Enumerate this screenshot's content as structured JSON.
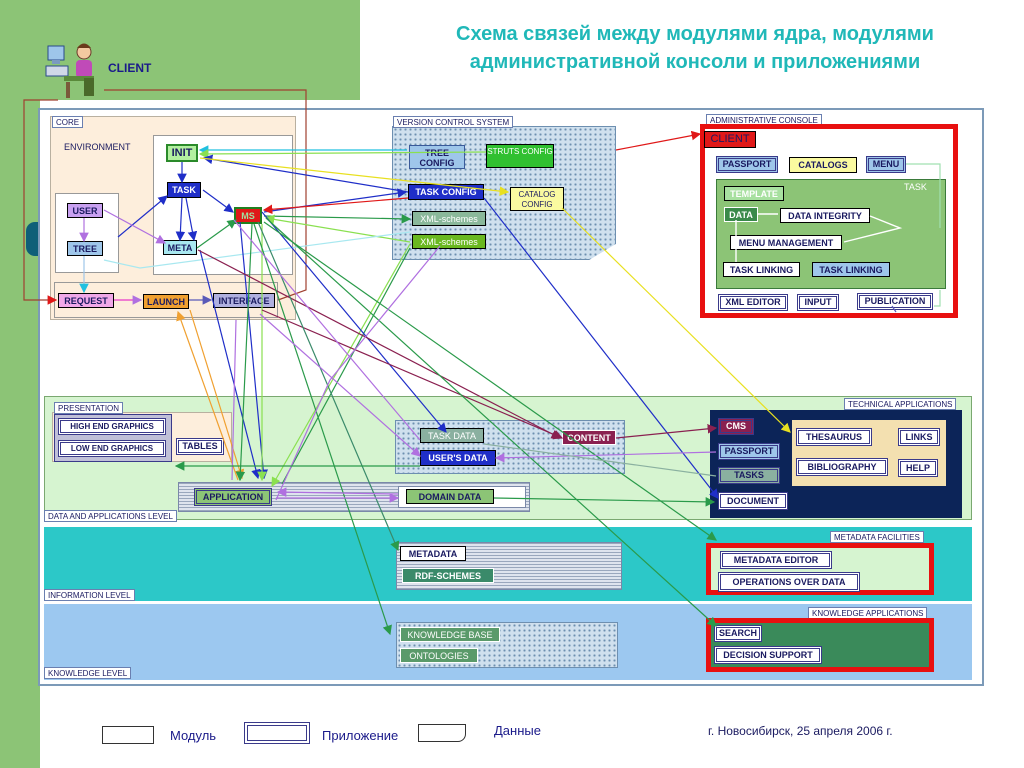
{
  "title_line1": "Схема связей между модулями ядра, модулями",
  "title_line2": "административной консоли и приложениями",
  "client_top": "CLIENT",
  "core": {
    "label": "CORE",
    "environment": "ENVIRONMENT",
    "init": "INIT",
    "task": "TASK",
    "user": "USER",
    "tree": "TREE",
    "meta": "META",
    "ms": "MS",
    "request": "REQUEST",
    "launch": "LAUNCH",
    "interface": "INTERFACE"
  },
  "vcs": {
    "label": "VERSION CONTROL SYSTEM",
    "tree_config": "TREE CONFIG",
    "struts_config": "STRUTS CONFIG",
    "task_config": "TASK CONFIG",
    "catalog_config": "CATALOG CONFIG",
    "xml_schemes_1": "XML-schemes",
    "xml_schemes_2": "XML-schemes"
  },
  "admin": {
    "label": "ADMINISTRATIVE CONSOLE",
    "client": "CLIENT",
    "passport": "PASSPORT",
    "catalogs": "CATALOGS",
    "menu": "MENU",
    "task": "TASK",
    "template": "TEMPLATE",
    "data": "DATA",
    "data_integrity": "DATA INTEGRITY",
    "menu_management": "MENU MANAGEMENT",
    "task_linking_1": "TASK LINKING",
    "task_linking_2": "TASK LINKING",
    "xml_editor": "XML EDITOR",
    "input": "INPUT",
    "publication": "PUBLICATION"
  },
  "presentation": {
    "label": "PRESENTATION",
    "high_end": "HIGH END  GRAPHICS",
    "low_end": "LOW END  GRAPHICS",
    "tables": "TABLES"
  },
  "data_level": {
    "label": "DATA AND APPLICATIONS LEVEL",
    "task_data": "TASK DATA",
    "users_data": "USER'S DATA",
    "content": "CONTENT",
    "application": "APPLICATION",
    "domain_data": "DOMAIN DATA"
  },
  "tech": {
    "label": "TECHNICAL APPLICATIONS",
    "cms": "CMS",
    "passport": "PASSPORT",
    "tasks": "TASKS",
    "document": "DOCUMENT",
    "thesaurus": "THESAURUS",
    "bibliography": "BIBLIOGRAPHY",
    "links": "LINKS",
    "help": "HELP"
  },
  "info_level": {
    "label": "INFORMATION LEVEL",
    "metadata": "METADATA",
    "rdf": "RDF-SCHEMES"
  },
  "meta_fac": {
    "label": "METADATA FACILITIES",
    "editor": "METADATA EDITOR",
    "ops": "OPERATIONS OVER DATA"
  },
  "know_level": {
    "label": "KNOWLEDGE LEVEL",
    "kb": "KNOWLEDGE BASE",
    "ontologies": "ONTOLOGIES"
  },
  "know_apps": {
    "label": "KNOWLEDGE APPLICATIONS",
    "search": "SEARCH",
    "decision": "DECISION SUPPORT"
  },
  "legend": {
    "module": "Модуль",
    "application": "Приложение",
    "data": "Данные"
  },
  "footer": "г. Новосибирск, 25 апреля 2006 г."
}
